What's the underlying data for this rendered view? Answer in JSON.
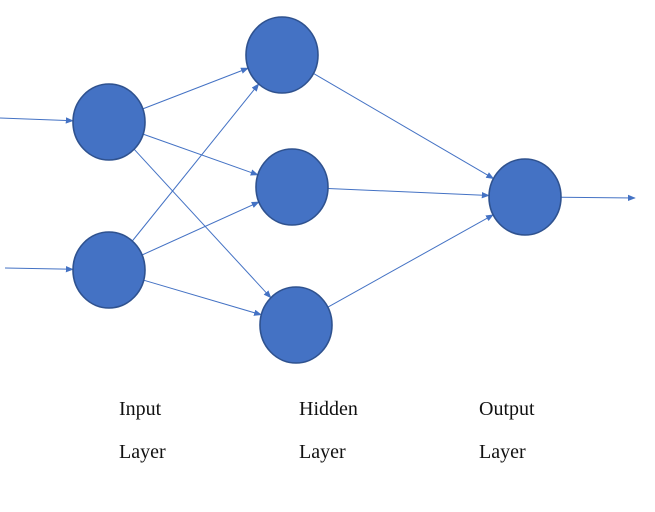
{
  "colors": {
    "node_fill": "#4472c4",
    "node_stroke": "#2f528f",
    "edge": "#4472c4"
  },
  "layers": [
    {
      "id": "input",
      "line1": "Input",
      "line2": "Layer"
    },
    {
      "id": "hidden",
      "line1": "Hidden",
      "line2": "Layer"
    },
    {
      "id": "output",
      "line1": "Output",
      "line2": "Layer"
    }
  ],
  "nodes": [
    {
      "id": "input-1",
      "layer": "input"
    },
    {
      "id": "input-2",
      "layer": "input"
    },
    {
      "id": "hidden-1",
      "layer": "hidden"
    },
    {
      "id": "hidden-2",
      "layer": "hidden"
    },
    {
      "id": "hidden-3",
      "layer": "hidden"
    },
    {
      "id": "output-1",
      "layer": "output"
    }
  ],
  "edges": [
    {
      "from": "external-in-1",
      "to": "input-1"
    },
    {
      "from": "external-in-2",
      "to": "input-2"
    },
    {
      "from": "input-1",
      "to": "hidden-1"
    },
    {
      "from": "input-1",
      "to": "hidden-2"
    },
    {
      "from": "input-1",
      "to": "hidden-3"
    },
    {
      "from": "input-2",
      "to": "hidden-1"
    },
    {
      "from": "input-2",
      "to": "hidden-2"
    },
    {
      "from": "input-2",
      "to": "hidden-3"
    },
    {
      "from": "hidden-1",
      "to": "output-1"
    },
    {
      "from": "hidden-2",
      "to": "output-1"
    },
    {
      "from": "hidden-3",
      "to": "output-1"
    },
    {
      "from": "output-1",
      "to": "external-out"
    }
  ]
}
